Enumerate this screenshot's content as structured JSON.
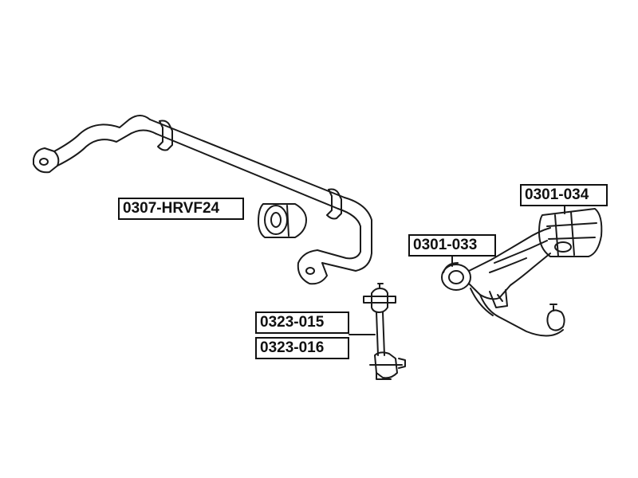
{
  "labels": {
    "stabilizer_bushing": "0307-HRVF24",
    "lower_arm_rear_bushing": "0301-034",
    "lower_arm_front_bushing": "0301-033",
    "stabilizer_link_right": "0323-015",
    "stabilizer_link_left": "0323-016"
  },
  "colors": {
    "line": "#1a1a1a",
    "background": "#ffffff"
  }
}
